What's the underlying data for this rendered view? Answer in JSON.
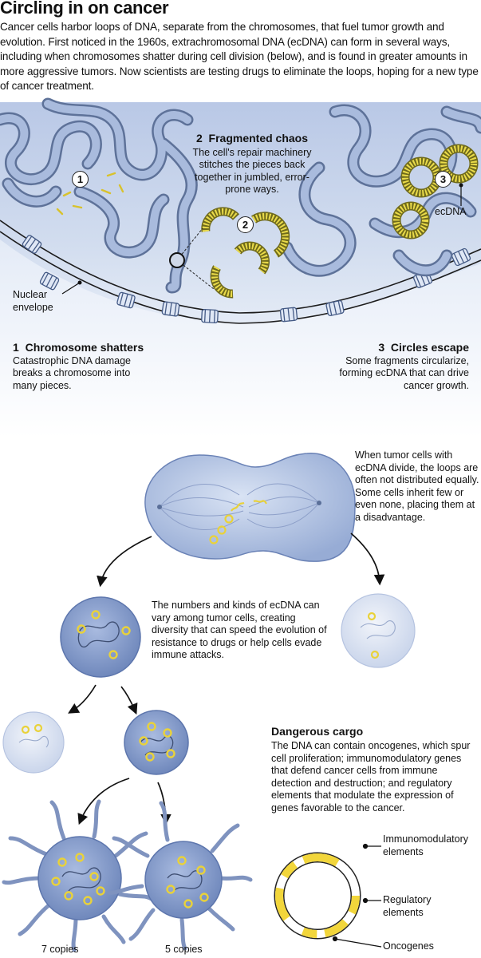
{
  "header": {
    "title": "Circling in on cancer",
    "intro": "Cancer cells harbor loops of DNA, separate from the chromosomes, that fuel tumor growth and evolution. First noticed in the 1960s, extrachromosomal DNA (ecDNA) can form in several ways, including when chromosomes shatter during cell division (below), and is found in greater amounts in more aggressive tumors.  Now scientists are testing drugs to eliminate the loops, hoping for a new type of cancer treatment."
  },
  "nucleus": {
    "badge_1": "1",
    "badge_2": "2",
    "badge_3": "3",
    "ecdna_label": "ecDNA",
    "envelope_label_line1": "Nuclear",
    "envelope_label_line2": "envelope"
  },
  "steps": {
    "step1": {
      "number": "1",
      "title": "Chromosome shatters",
      "text": "Catastrophic DNA damage breaks a chromosome into many pieces."
    },
    "step2": {
      "number": "2",
      "title": "Fragmented chaos",
      "text": "The cell's repair machinery stitches the pieces back together in jumbled, error-prone ways."
    },
    "step3": {
      "number": "3",
      "title": "Circles escape",
      "text": "Some fragments circularize, forming ecDNA that can drive cancer growth."
    }
  },
  "division": {
    "text": "When tumor cells with ecDNA divide, the loops are often not distributed equally. Some cells inherit few or even none, placing them at a disadvantage.",
    "diversity_text": "The numbers and kinds of ecDNA can vary among tumor cells, creating diversity that can speed the evolution of resistance to drugs or help cells evade immune attacks."
  },
  "cargo": {
    "title": "Dangerous cargo",
    "text": "The DNA can contain oncogenes, which spur cell proliferation; immunomodulatory genes that defend cancer cells from immune detection and destruction; and regulatory elements that modulate the expression of genes favorable to the cancer.",
    "legend": [
      {
        "line1": "Immunomodulatory",
        "line2": "elements"
      },
      {
        "line1": "Regulatory",
        "line2": "elements"
      },
      {
        "line1": "Oncogenes",
        "line2": ""
      }
    ]
  },
  "copies": {
    "left": "7 copies",
    "right": "5 copies"
  },
  "colors": {
    "nucleoplasm": "#c9d6ec",
    "dna_tube": "#8fa4c8",
    "ecdna_yellow": "#e9d23a",
    "cell_blue": "#aebfdf",
    "dark_cell": "#7f97c7"
  }
}
